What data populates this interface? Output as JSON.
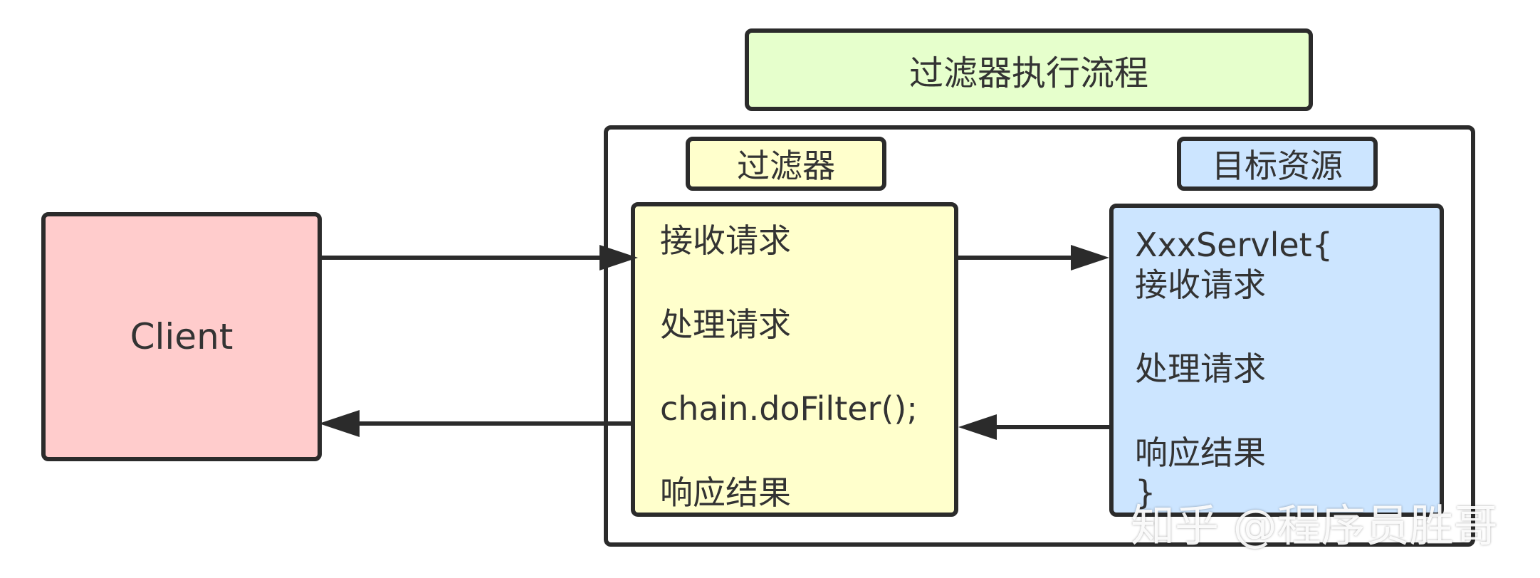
{
  "title": "过滤器执行流程",
  "client": {
    "label": "Client"
  },
  "filter": {
    "label": "过滤器",
    "lines": [
      "接收请求",
      "处理请求",
      "chain.doFilter();",
      "响应结果"
    ]
  },
  "target": {
    "label": "目标资源",
    "lines": [
      "XxxServlet{",
      "接收请求",
      "处理请求",
      "响应结果",
      "}"
    ]
  },
  "watermark": "知乎 @程序员胜哥",
  "colors": {
    "title_bg": "#e6ffcc",
    "client_bg": "#ffcccc",
    "filter_bg": "#ffffcc",
    "target_bg": "#cce5ff",
    "stroke": "#2b2b2b"
  }
}
